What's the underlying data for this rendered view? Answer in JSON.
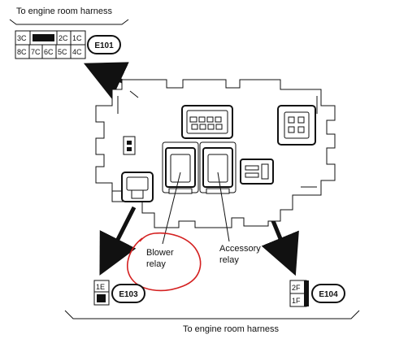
{
  "top_harness_label": "To engine room harness",
  "bottom_harness_label": "To engine room harness",
  "connector_e101": {
    "id": "E101",
    "row1": [
      "3C",
      "2C",
      "1C"
    ],
    "row2": [
      "8C",
      "7C",
      "6C",
      "5C",
      "4C"
    ]
  },
  "connector_e103": {
    "id": "E103",
    "pin": "1E"
  },
  "connector_e104": {
    "id": "E104",
    "pins": [
      "2F",
      "1F"
    ]
  },
  "blower_relay": {
    "line1": "Blower",
    "line2": "relay"
  },
  "accessory_relay": {
    "line1": "Accessory",
    "line2": "relay"
  },
  "colors": {
    "ink": "#111111",
    "highlight_circle": "#d42020"
  }
}
